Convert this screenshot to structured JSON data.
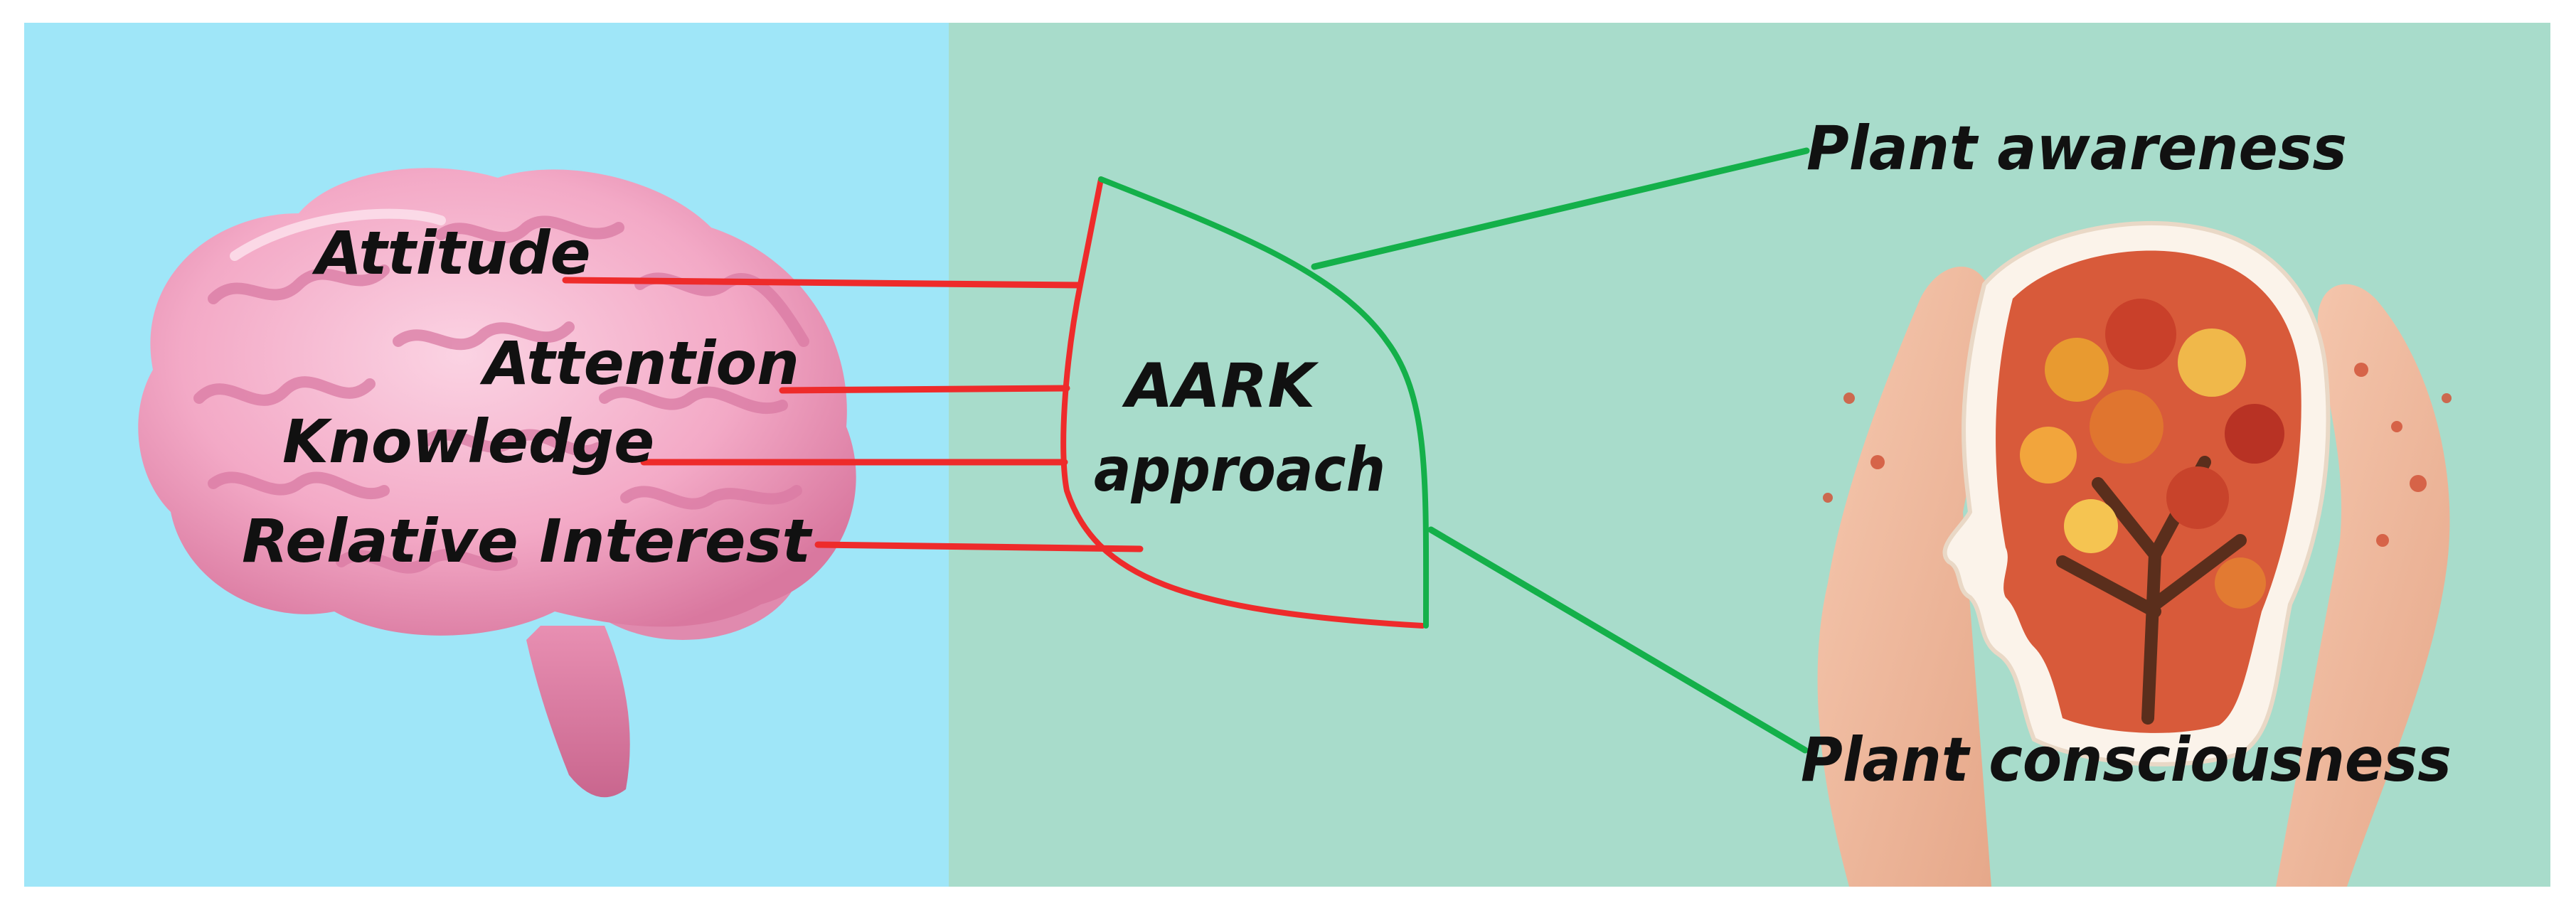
{
  "diagram": {
    "inputs": {
      "attitude": "Attitude",
      "attention": "Attention",
      "knowledge": "Knowledge",
      "relative_interest": "Relative Interest"
    },
    "center": {
      "line1": "AARK",
      "line2": "approach"
    },
    "outputs": {
      "awareness": "Plant awareness",
      "consciousness": "Plant consciousness"
    }
  },
  "colors": {
    "left_background": "#9fe6f8",
    "right_background": "#a8dccb",
    "input_connector": "#ee2b2b",
    "output_connector": "#14b04a",
    "brain": "#f3a9c6"
  },
  "images": {
    "left": "brain-illustration",
    "right": "hands-holding-head-with-autumn-tree"
  }
}
